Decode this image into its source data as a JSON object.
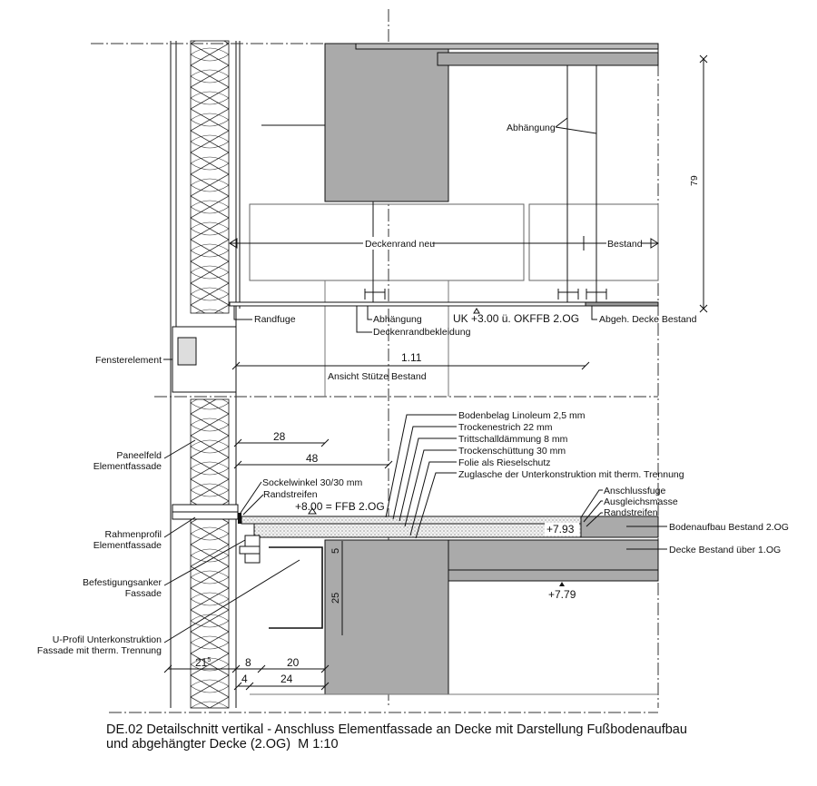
{
  "drawing": {
    "caption_line1": "DE.02 Detailschnitt vertikal - Anschluss Elementfassade an Decke mit Darstellung Fußbodenaufbau",
    "caption_line2": "und abgehängter Decke (2.OG)  M 1:10",
    "upper": {
      "abhaengung_top": "Abhängung",
      "deckenrand_neu": "Deckenrand neu",
      "bestand": "Bestand",
      "dim_79": "79",
      "randfuge": "Randfuge",
      "abhaengung": "Abhängung",
      "deckenrandbekleidung": "Deckenrandbekleidung",
      "uk_level": "UK +3.00 ü. OKFFB 2.OG",
      "abgeh_decke_bestand": "Abgeh. Decke Bestand",
      "dim_111": "1.11",
      "ansicht_stuetze": "Ansicht Stütze Bestand"
    },
    "left_labels": {
      "fensterelement": "Fensterelement",
      "paneelfeld_1": "Paneelfeld",
      "paneelfeld_2": "Elementfassade",
      "rahmenprofil_1": "Rahmenprofil",
      "rahmenprofil_2": "Elementfassade",
      "befestigung_1": "Befestigungsanker",
      "befestigung_2": "Fassade",
      "uprofil_1": "U-Profil Unterkonstruktion",
      "uprofil_2": "Fassade mit therm. Trennung"
    },
    "floor_layers": [
      "Bodenbelag Linoleum 2,5 mm",
      "Trockenestrich 22 mm",
      "Trittschalldämmung 8 mm",
      "Trockenschüttung 30 mm",
      "Folie als Rieselschutz",
      "Zuglasche der Unterkonstruktion mit therm. Trennung"
    ],
    "lower": {
      "dim_28": "28",
      "dim_48": "48",
      "sockelwinkel": "Sockelwinkel 30/30 mm",
      "randstreifen": "Randstreifen",
      "ffb_level": "+8.00 = FFB 2.OG",
      "anschlussfuge": "Anschlussfuge",
      "ausgleichsmasse": "Ausgleichsmasse",
      "randstreifen_right": "Randstreifen",
      "level_793": "+7.93",
      "bodenaufbau_bestand": "Bodenaufbau Bestand 2.OG",
      "decke_bestand": "Decke Bestand über 1.OG",
      "level_779": "+7.79",
      "dim_5": "5",
      "dim_25": "25",
      "dim_21": "21",
      "dim_21_sup": "5",
      "dim_8": "8",
      "dim_20": "20",
      "dim_4": "4",
      "dim_24": "24"
    }
  }
}
